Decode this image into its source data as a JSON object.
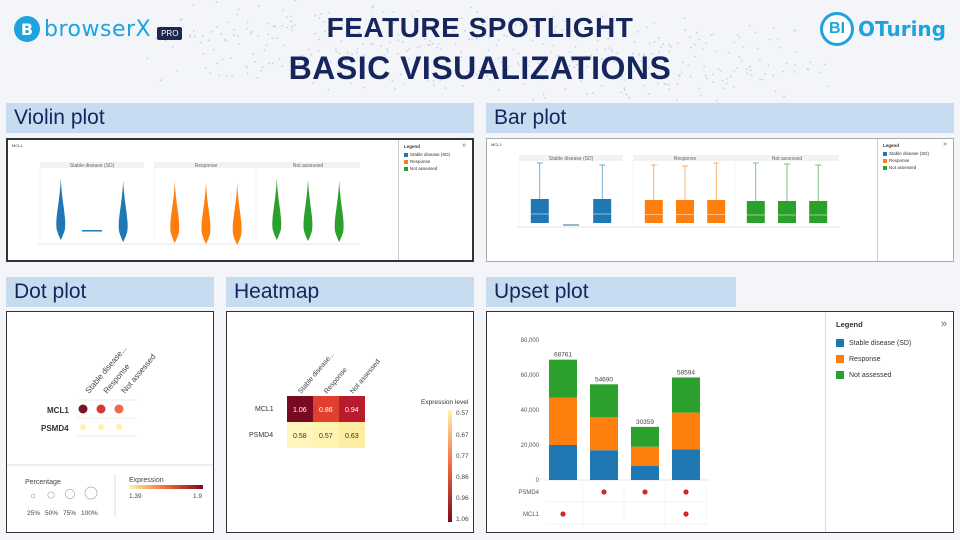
{
  "header": {
    "left_logo_text": "browserX",
    "left_logo_badge": "PRO",
    "left_logo_letter": "B",
    "right_logo_letter": "BI",
    "right_logo_text": "OTuring",
    "title_line1": "FEATURE SPOTLIGHT",
    "title_line2": "BASIC VISUALIZATIONS"
  },
  "colors": {
    "blue": "#1f77b4",
    "orange": "#ff7f0e",
    "green": "#2ca02c",
    "accent": "#1ea2e0",
    "navy": "#16255c"
  },
  "icons": {
    "collapse": "chevron-double-right-icon"
  },
  "sections": {
    "violin": "Violin plot",
    "bar": "Bar plot",
    "dot": "Dot plot",
    "heatmap": "Heatmap",
    "upset": "Upset plot"
  },
  "legend": {
    "title": "Legend",
    "items": [
      "Stable disease (SD)",
      "Response",
      "Not assessed"
    ]
  },
  "mini": {
    "gene": "MCL1",
    "groups": [
      "Stable disease (SD)",
      "Response",
      "Not assessed"
    ]
  },
  "dot_plot": {
    "columns": [
      "Stable disease...",
      "Response",
      "Not assessed"
    ],
    "rows": [
      "MCL1",
      "PSMD4"
    ],
    "percentage_title": "Percentage",
    "percentage_labels": [
      "25%",
      "50%",
      "75%",
      "100%"
    ],
    "expression_title": "Expression",
    "expression_min": "1.39",
    "expression_max": "1.9"
  },
  "heatmap": {
    "columns": [
      "Stable disease...",
      "Response",
      "Not assessed"
    ],
    "rows": [
      "MCL1",
      "PSMD4"
    ],
    "values": [
      [
        "1.06",
        "0.86",
        "0.94"
      ],
      [
        "0.58",
        "0.57",
        "0.63"
      ]
    ],
    "scale_title": "Expression level",
    "scale_ticks": [
      "0.57",
      "0.67",
      "0.77",
      "0.86",
      "0.96",
      "1.06"
    ]
  },
  "chart_data": [
    {
      "type": "bar",
      "title": "",
      "categories": [
        "68761",
        "54690",
        "30359",
        "58594"
      ],
      "series": [
        {
          "name": "Stable disease (SD)",
          "values": [
            20000,
            17000,
            8000,
            17500
          ]
        },
        {
          "name": "Response",
          "values": [
            27000,
            19000,
            11000,
            21000
          ]
        },
        {
          "name": "Not assessed",
          "values": [
            21761,
            18690,
            11359,
            20094
          ]
        }
      ],
      "totals": [
        "68761",
        "54690",
        "30359",
        "58594"
      ],
      "yticks": [
        "80,000",
        "60,000",
        "40,000",
        "20,000",
        "0"
      ],
      "ylim": [
        0,
        80000
      ],
      "matrix_rows": [
        "PSMD4",
        "MCL1"
      ],
      "matrix_dots": [
        [
          false,
          true
        ],
        [
          true,
          false
        ],
        [
          true,
          false
        ],
        [
          true,
          true
        ]
      ]
    }
  ]
}
